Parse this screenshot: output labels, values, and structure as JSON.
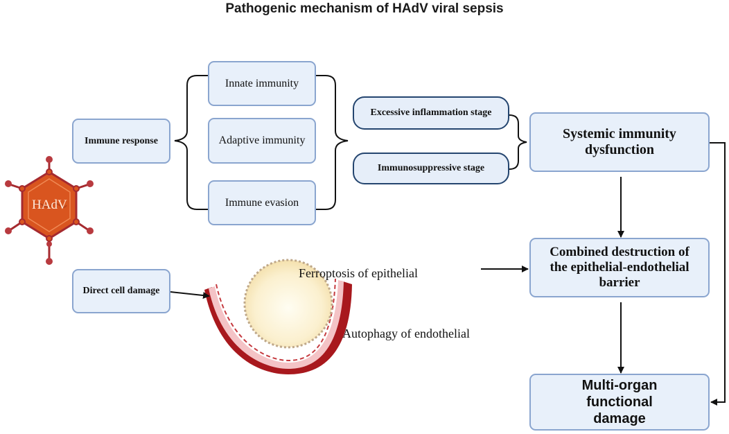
{
  "title": "Pathogenic mechanism of HAdV viral sepsis",
  "virus": {
    "label": "HAdV"
  },
  "immune_response": {
    "label": "Immune response"
  },
  "immunity_types": {
    "innate": "Innate immunity",
    "adaptive": "Adaptive immunity",
    "evasion": "Immune evasion"
  },
  "stages": {
    "inflammation": "Excessive inflammation stage",
    "immunosuppressive": "Immunosuppressive stage"
  },
  "systemic": {
    "label": "Systemic immunity dysfunction"
  },
  "direct_damage": {
    "label": "Direct cell damage"
  },
  "vessel_labels": {
    "ferroptosis": "Ferroptosis of  epithelial",
    "autophagy": "Autophagy of endothelial"
  },
  "barrier": {
    "label": "Combined destruction of the epithelial-endothelial barrier"
  },
  "multi_organ": {
    "label": "Multi-organ functional damage"
  },
  "colors": {
    "box_fill": "#e8f0fa",
    "box_border": "#8aa5cf",
    "stage_border": "#24456f",
    "virus_fill": "#d9551f",
    "virus_spikes": "#a52a2f",
    "vessel_wall": "#a8181d",
    "vessel_lumen": "#f4c3c6",
    "arrow": "#111111"
  }
}
